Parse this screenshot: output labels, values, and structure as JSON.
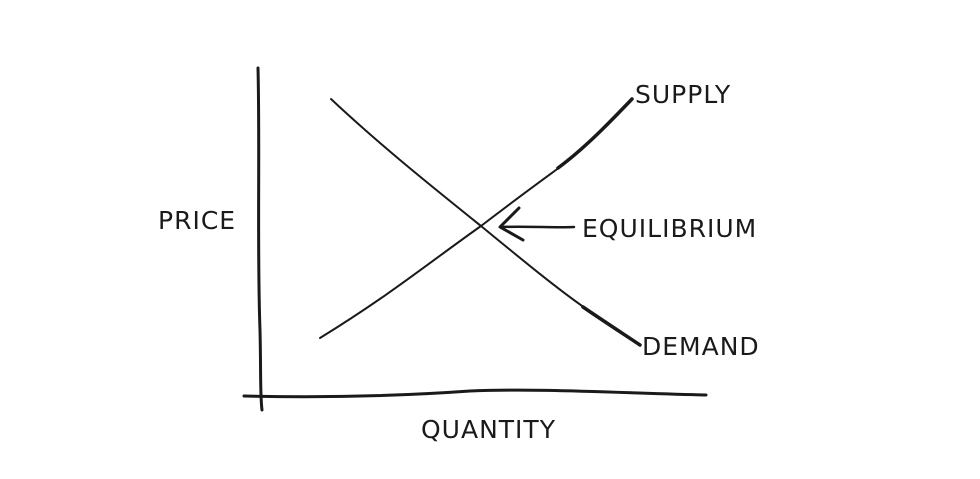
{
  "labels": {
    "y_axis": "PRICE",
    "x_axis": "QUANTITY",
    "supply": "SUPPLY",
    "demand": "DEMAND",
    "equilibrium": "EQUILIBRIUM"
  },
  "style": {
    "ink_color": "#1a1a1a",
    "background_color": "#ffffff"
  }
}
